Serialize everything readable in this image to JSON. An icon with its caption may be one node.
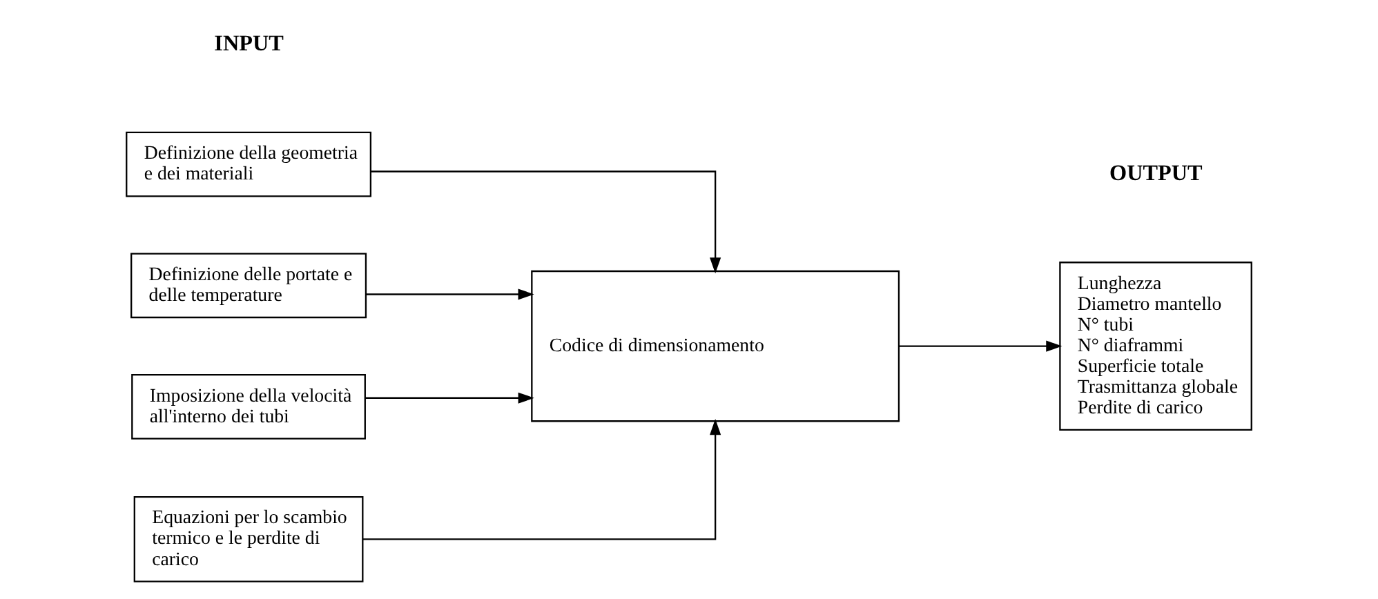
{
  "diagram": {
    "nodes": [
      {
        "text": [
          "Definizione della geometria e dei materiali"
        ]
      },
      {
        "text": [
          "Definizione delle portate e delle temperature"
        ]
      },
      {
        "text": [
          "Imposizione della velocità all'interno dei tubi"
        ]
      },
      {
        "text": [
          "Equazioni per lo scambio termico e le perdite di carico"
        ]
      },
      {
        "text": [
          "Codice di dimensionamento"
        ]
      },
      {
        "text": [
          "Lunghezza",
          "Diametro mantello",
          "N° tubi",
          "N° diaframmi",
          "Superficie totale",
          "Trasmittanza globale",
          "Perdite di carico"
        ]
      }
    ],
    "edges": [
      {
        "from": 0,
        "to": 4,
        "arrow": "to"
      },
      {
        "from": 1,
        "to": 4,
        "arrow": "to"
      },
      {
        "from": 2,
        "to": 4,
        "arrow": "to"
      },
      {
        "from": 3,
        "to": 4,
        "arrow": "to"
      },
      {
        "from": 4,
        "to": 5,
        "arrow": "to"
      }
    ],
    "labels": [
      "INPUT",
      "OUTPUT"
    ]
  }
}
